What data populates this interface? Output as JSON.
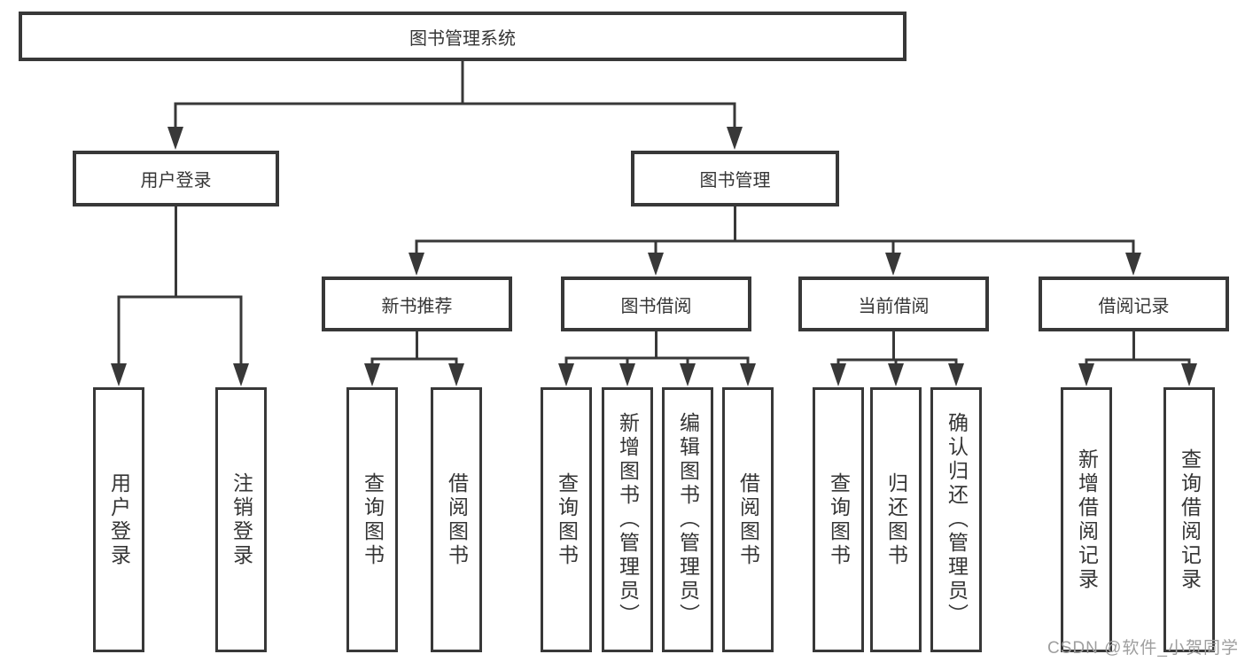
{
  "diagram": {
    "type": "hierarchy-diagram",
    "colors": {
      "line": "#383838",
      "box_border": "#383838",
      "text": "#353535",
      "background": "#ffffff",
      "watermark": "#9e9e9e"
    }
  },
  "tree": {
    "root": {
      "label": "图书管理系统"
    },
    "level2": [
      {
        "label": "用户登录",
        "children": [
          {
            "label": "用户登录"
          },
          {
            "label": "注销登录"
          }
        ]
      },
      {
        "label": "图书管理",
        "children": [
          {
            "label": "新书推荐",
            "children": [
              {
                "label": "查询图书"
              },
              {
                "label": "借阅图书"
              }
            ]
          },
          {
            "label": "图书借阅",
            "children": [
              {
                "label": "查询图书"
              },
              {
                "label": "新增图书（管理员）"
              },
              {
                "label": "编辑图书（管理员）"
              },
              {
                "label": "借阅图书"
              }
            ]
          },
          {
            "label": "当前借阅",
            "children": [
              {
                "label": "查询图书"
              },
              {
                "label": "归还图书"
              },
              {
                "label": "确认归还（管理员）"
              }
            ]
          },
          {
            "label": "借阅记录",
            "children": [
              {
                "label": "新增借阅记录"
              },
              {
                "label": "查询借阅记录"
              }
            ]
          }
        ]
      }
    ]
  },
  "watermark": {
    "text": "CSDN @软件_小贺同学"
  }
}
